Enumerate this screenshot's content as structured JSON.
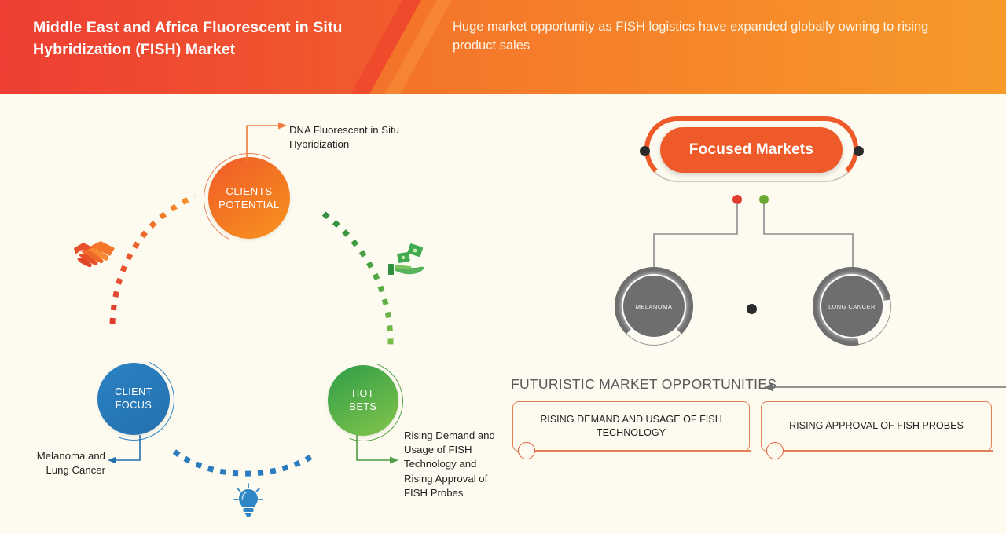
{
  "header": {
    "title": "Middle East and Africa Fluorescent in Situ Hybridization (FISH) Market",
    "subtitle": "Huge market opportunity as FISH logistics have expanded globally owning to rising product sales",
    "colors": {
      "red": "#ee3e33",
      "orange": "#f2762a",
      "light_orange": "#f79327",
      "stripe": "#ef4a2b"
    }
  },
  "left_panel": {
    "nodes": [
      {
        "id": "clients-potential",
        "label": "CLIENTS POTENTIAL",
        "label_line1": "CLIENTS",
        "label_line2": "POTENTIAL",
        "color": "#f05a28",
        "callout": "DNA Fluorescent in Situ Hybridization"
      },
      {
        "id": "client-focus",
        "label": "CLIENT FOCUS",
        "label_line1": "CLIENT",
        "label_line2": "FOCUS",
        "color": "#2470ad",
        "callout": "Melanoma and Lung Cancer"
      },
      {
        "id": "hot-bets",
        "label": "HOT BETS",
        "label_line1": "HOT",
        "label_line2": "BETS",
        "color": "#2e9e48",
        "callout": "Rising Demand and Usage of FISH Technology and Rising Approval of FISH Probes"
      }
    ],
    "icons": [
      {
        "name": "handshake-icon",
        "color": "#ef5a28"
      },
      {
        "name": "money-in-hand-icon",
        "color": "#3faa50"
      },
      {
        "name": "lightbulb-icon",
        "color": "#2f86c5"
      }
    ]
  },
  "right_panel": {
    "focused_markets_label": "Focused Markets",
    "markets": [
      {
        "name": "MELANOMA",
        "dot_color": "#e23c2e"
      },
      {
        "name": "LUNG CANCER",
        "dot_color": "#6aaa33"
      }
    ]
  },
  "futuristic": {
    "title": "FUTURISTIC MARKET OPPORTUNITIES",
    "boxes": [
      "RISING DEMAND AND USAGE OF FISH TECHNOLOGY",
      "RISING APPROVAL OF FISH PROBES"
    ]
  }
}
